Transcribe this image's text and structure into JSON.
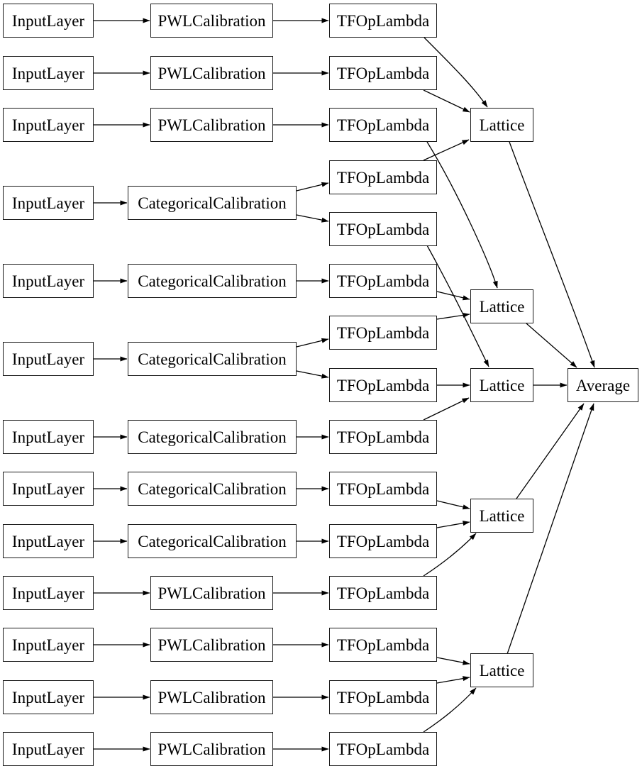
{
  "diagram": {
    "kind": "model-layer-graph",
    "colors": {
      "background": "#ffffff",
      "node_fill": "#ffffff",
      "node_border": "#000000",
      "edge": "#000000",
      "text": "#000000"
    },
    "labels": {
      "input_layer": "InputLayer",
      "pwl_calibration": "PWLCalibration",
      "categorical_calibration": "CategoricalCalibration",
      "tf_op_lambda": "TFOpLambda",
      "lattice": "Lattice",
      "average": "Average"
    },
    "rows": [
      {
        "row": 1,
        "input": "InputLayer",
        "calibration": "PWLCalibration",
        "lambdas": [
          "lambda_1"
        ]
      },
      {
        "row": 2,
        "input": "InputLayer",
        "calibration": "PWLCalibration",
        "lambdas": [
          "lambda_2"
        ]
      },
      {
        "row": 3,
        "input": "InputLayer",
        "calibration": "PWLCalibration",
        "lambdas": [
          "lambda_3"
        ]
      },
      {
        "row": 4,
        "input": "InputLayer",
        "calibration": "CategoricalCalibration",
        "lambdas": [
          "lambda_4",
          "lambda_5"
        ]
      },
      {
        "row": 5,
        "input": "InputLayer",
        "calibration": "CategoricalCalibration",
        "lambdas": [
          "lambda_6"
        ]
      },
      {
        "row": 6,
        "input": "InputLayer",
        "calibration": "CategoricalCalibration",
        "lambdas": [
          "lambda_7",
          "lambda_8"
        ]
      },
      {
        "row": 7,
        "input": "InputLayer",
        "calibration": "CategoricalCalibration",
        "lambdas": [
          "lambda_9"
        ]
      },
      {
        "row": 8,
        "input": "InputLayer",
        "calibration": "CategoricalCalibration",
        "lambdas": [
          "lambda_10"
        ]
      },
      {
        "row": 9,
        "input": "InputLayer",
        "calibration": "CategoricalCalibration",
        "lambdas": [
          "lambda_11"
        ]
      },
      {
        "row": 10,
        "input": "InputLayer",
        "calibration": "PWLCalibration",
        "lambdas": [
          "lambda_12"
        ]
      },
      {
        "row": 11,
        "input": "InputLayer",
        "calibration": "PWLCalibration",
        "lambdas": [
          "lambda_13"
        ]
      },
      {
        "row": 12,
        "input": "InputLayer",
        "calibration": "PWLCalibration",
        "lambdas": [
          "lambda_14"
        ]
      },
      {
        "row": 13,
        "input": "InputLayer",
        "calibration": "PWLCalibration",
        "lambdas": [
          "lambda_15"
        ]
      }
    ],
    "lattice_inputs": {
      "lattice_1": [
        "lambda_1",
        "lambda_2",
        "lambda_4"
      ],
      "lattice_2": [
        "lambda_3",
        "lambda_6",
        "lambda_7"
      ],
      "lattice_3": [
        "lambda_5",
        "lambda_8",
        "lambda_9"
      ],
      "lattice_4": [
        "lambda_10",
        "lambda_11",
        "lambda_12"
      ],
      "lattice_5": [
        "lambda_13",
        "lambda_14",
        "lambda_15"
      ]
    },
    "average_inputs": [
      "lattice_1",
      "lattice_2",
      "lattice_3",
      "lattice_4",
      "lattice_5"
    ]
  }
}
